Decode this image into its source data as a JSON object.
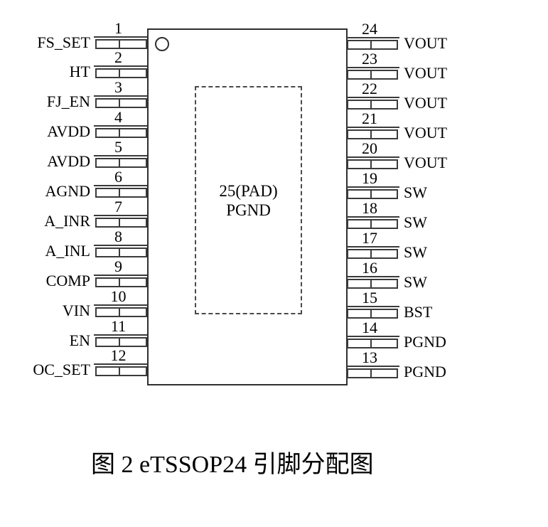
{
  "figure": {
    "caption": "图 2 eTSSOP24 引脚分配图"
  },
  "chip": {
    "pad_line1": "25(PAD)",
    "pad_line2": "PGND",
    "pin1_indicator_icon": "circle",
    "left_pins": [
      {
        "number": "1",
        "label": "FS_SET"
      },
      {
        "number": "2",
        "label": "HT"
      },
      {
        "number": "3",
        "label": "FJ_EN"
      },
      {
        "number": "4",
        "label": "AVDD"
      },
      {
        "number": "5",
        "label": "AVDD"
      },
      {
        "number": "6",
        "label": "AGND"
      },
      {
        "number": "7",
        "label": "A_INR"
      },
      {
        "number": "8",
        "label": "A_INL"
      },
      {
        "number": "9",
        "label": "COMP"
      },
      {
        "number": "10",
        "label": "VIN"
      },
      {
        "number": "11",
        "label": "EN"
      },
      {
        "number": "12",
        "label": "OC_SET"
      }
    ],
    "right_pins": [
      {
        "number": "24",
        "label": "VOUT"
      },
      {
        "number": "23",
        "label": "VOUT"
      },
      {
        "number": "22",
        "label": "VOUT"
      },
      {
        "number": "21",
        "label": "VOUT"
      },
      {
        "number": "20",
        "label": "VOUT"
      },
      {
        "number": "19",
        "label": "SW"
      },
      {
        "number": "18",
        "label": "SW"
      },
      {
        "number": "17",
        "label": "SW"
      },
      {
        "number": "16",
        "label": "SW"
      },
      {
        "number": "15",
        "label": "BST"
      },
      {
        "number": "14",
        "label": "PGND"
      },
      {
        "number": "13",
        "label": "PGND"
      }
    ],
    "colors": {
      "line": "#3a3a3a",
      "text": "#000000",
      "background": "#ffffff"
    }
  }
}
